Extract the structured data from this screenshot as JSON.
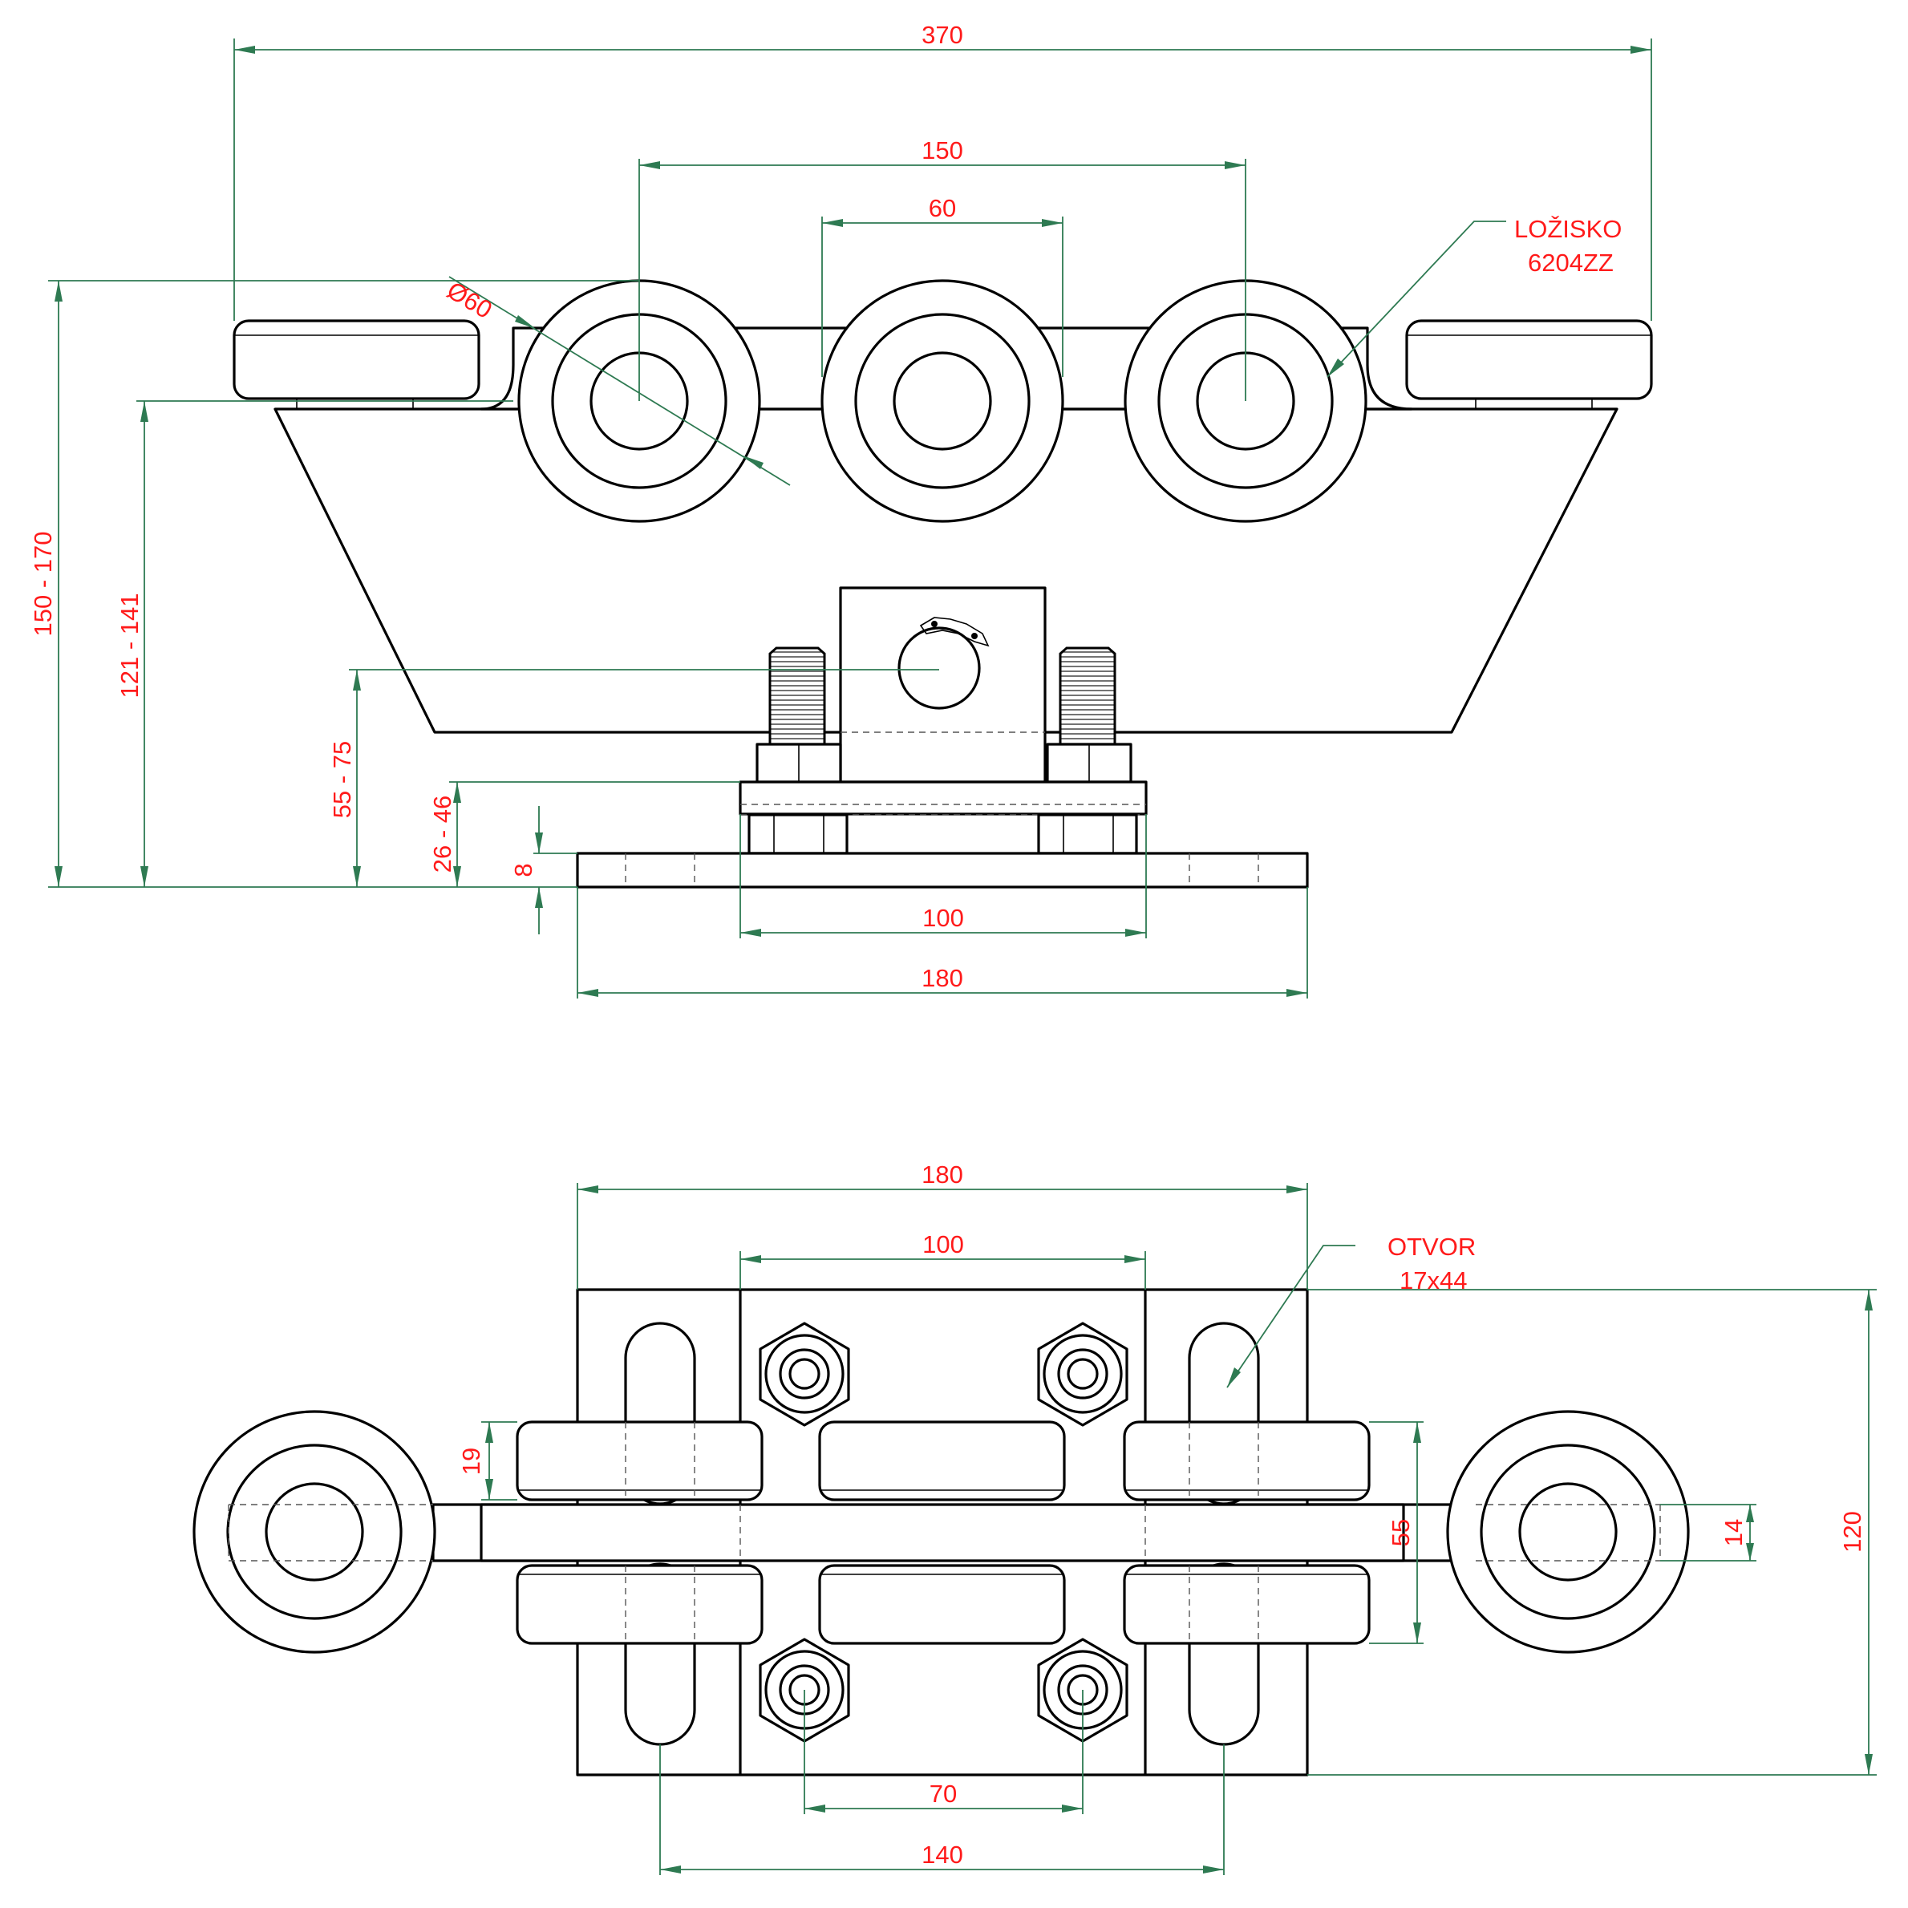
{
  "front_view": {
    "dimensions": {
      "overall_width": "370",
      "wheel_pitch": "150",
      "wheel_width": "60",
      "wheel_diameter": "Ø60",
      "total_height": "150 - 170",
      "top_height": "121 - 141",
      "bracket_height": "55 - 75",
      "nut_height": "26 - 46",
      "plate_thickness": "8",
      "bolt_spacing": "100",
      "plate_width": "180"
    },
    "callout": {
      "line1": "LOŽISKO",
      "line2": "6204ZZ"
    }
  },
  "top_view": {
    "dimensions": {
      "plate_width": "180",
      "bolt_spacing": "100",
      "roller_height": "19",
      "inner_gap": "55",
      "channel_gap": "14",
      "plate_depth": "120",
      "nut_spacing": "70",
      "slot_spacing": "140"
    },
    "callout": {
      "line1": "OTVOR",
      "line2": "17x44"
    }
  }
}
